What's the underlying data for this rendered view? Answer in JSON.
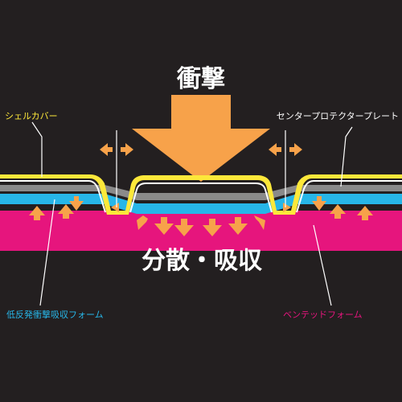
{
  "labels": {
    "impact": "衝撃",
    "disperse_absorb": "分散・吸収",
    "shell_cover": "シェルカバー",
    "center_protector_plate": "センタープロテクタープレート",
    "low_rebound_foam": "低反発衝撃吸収フォーム",
    "vented_foam": "ベンテッドフォーム"
  },
  "colors": {
    "background": "#231f20",
    "impact_arrow": "#f7a24a",
    "shell_cover": "#fde83a",
    "center_protector_plate": "#8a8a8a",
    "low_rebound_foam": "#27b6e8",
    "vented_foam": "#e6157d",
    "text": "#ffffff"
  },
  "icons": [
    "impact-arrow-icon",
    "compression-arrow-icon",
    "dispersion-arrow-icon"
  ]
}
